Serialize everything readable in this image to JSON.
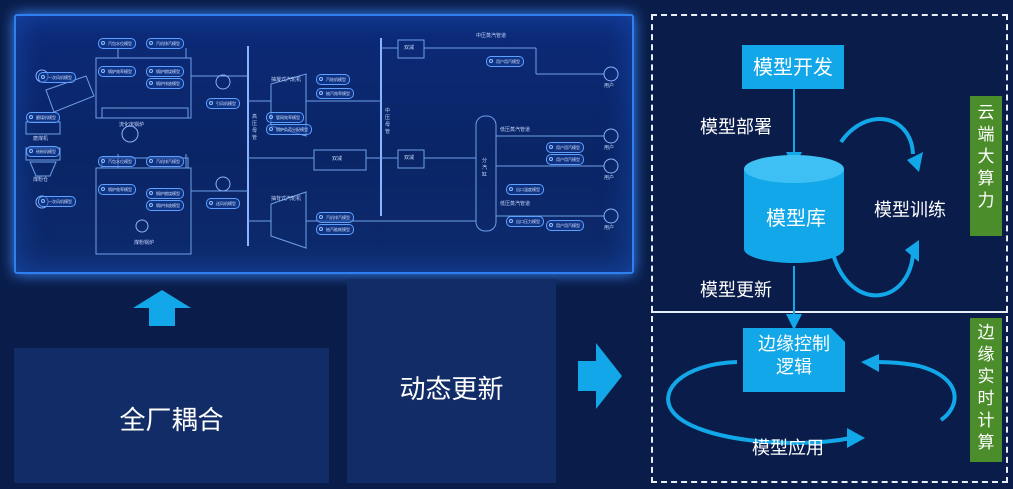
{
  "plant_diagram": {
    "equipment_labels": {
      "cfb_boiler": "流化床锅炉",
      "coal_boiler": "煤粉锅炉",
      "mill": "磨煤机",
      "coal_feeder": "煤粉仓",
      "turbine_1": "抽凝式汽轮机",
      "turbine_2": "抽背式汽轮机",
      "hp_header": "高压母管",
      "mp_header": "中压母管",
      "mp_pipe": "中压蒸汽管道",
      "lp_pipe": "低压蒸汽管道",
      "lp_pipe_2": "低压蒸汽管道",
      "sub_cylinder": "分汽缸",
      "desuper_1": "双减",
      "desuper_2": "双减",
      "desuper_3": "双减",
      "user_1": "用户",
      "user_2": "用户",
      "user_3": "用户",
      "user_4": "用户"
    },
    "model_tags": [
      "汽包水位模型",
      "汽机排汽模型",
      "一次风机模型",
      "锅炉效率模型",
      "锅炉燃烧模型",
      "锅炉排放模型",
      "引风机模型",
      "磨煤机模型",
      "给粉机模型",
      "锅炉效率模型",
      "锅炉燃烧模型",
      "锅炉排放模型",
      "送风机模型",
      "汽包水位模型",
      "一次风机模型",
      "汽机排汽模型",
      "管网效率模型",
      "锅炉负荷分配模型",
      "汽轮机模型",
      "抽汽效率模型",
      "汽机排汽模型",
      "抽汽能耗模型",
      "出口温度模型",
      "出口压力模型",
      "用户用汽模型",
      "用户用汽模型",
      "用户用汽模型",
      "用户用汽模型"
    ]
  },
  "left_blocks": {
    "plant_coupling": "全厂耦合",
    "dynamic_update": "动态更新"
  },
  "cloud": {
    "model_dev": "模型开发",
    "deploy": "模型部署",
    "library": "模型库",
    "train": "模型训练",
    "update": "模型更新",
    "tag_chars": [
      "云",
      "端",
      "大",
      "算",
      "力"
    ]
  },
  "edge": {
    "control_line1": "边缘控制",
    "control_line2": "逻辑",
    "apply": "模型应用",
    "tag_chars": [
      "边",
      "缘",
      "实",
      "时",
      "计",
      "算"
    ]
  },
  "colors": {
    "background": "#0a1d4a",
    "cyan": "#12a7e8",
    "green": "#4a8d2a",
    "panel": "#112c66"
  }
}
